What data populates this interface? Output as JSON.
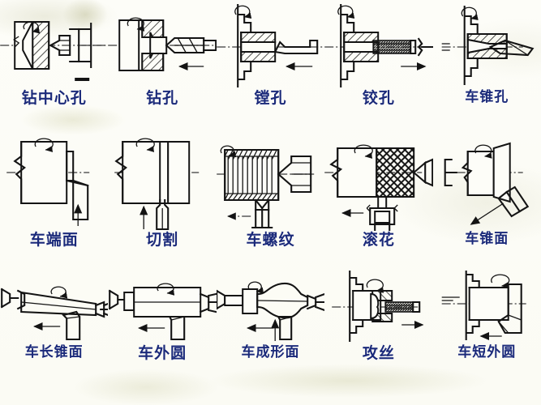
{
  "page": {
    "title": "车床加工方法示意图",
    "background_color": "#fdfdf8",
    "label_color": "#1b2a7a",
    "line_color": "#141414",
    "rows": 3,
    "columns": 5
  },
  "figures": [
    {
      "id": "drill-center-hole",
      "label": "钻中心孔",
      "row": 1,
      "col": 1,
      "operation_en": "center drilling",
      "elements": [
        "chuck-step-left",
        "hatched-workpiece",
        "rotation-arrow",
        "center-drill",
        "tailstock-body",
        "centerline"
      ]
    },
    {
      "id": "drilling",
      "label": "钻孔",
      "row": 1,
      "col": 2,
      "operation_en": "drilling",
      "elements": [
        "hatched-workpiece",
        "rotation-arrow",
        "twist-drill",
        "feed-arrow-left",
        "centerline"
      ]
    },
    {
      "id": "boring",
      "label": "镗孔",
      "row": 1,
      "col": 3,
      "operation_en": "boring",
      "elements": [
        "stepped-chuck",
        "rotation-arrow",
        "hatched-hollow-workpiece",
        "boring-bar",
        "feed-arrow-left",
        "centerline"
      ]
    },
    {
      "id": "reaming",
      "label": "铰孔",
      "row": 1,
      "col": 4,
      "operation_en": "reaming",
      "elements": [
        "stepped-chuck",
        "rotation-arrow",
        "hatched-hollow-workpiece",
        "reamer",
        "tailstock-center",
        "feed-arrow-right",
        "centerline"
      ]
    },
    {
      "id": "taper-boring",
      "label": "车锥孔",
      "row": 1,
      "col": 5,
      "operation_en": "taper boring",
      "elements": [
        "stepped-chuck",
        "rotation-arrow",
        "tapered-bore-workpiece",
        "angled-tool",
        "centerline"
      ]
    },
    {
      "id": "facing",
      "label": "车端面",
      "row": 2,
      "col": 1,
      "operation_en": "facing",
      "elements": [
        "workpiece-block",
        "rotation-arrow",
        "facing-tool",
        "feed-arrow-up",
        "centerline",
        "break-line"
      ]
    },
    {
      "id": "parting",
      "label": "切割",
      "row": 2,
      "col": 2,
      "operation_en": "parting / cut-off",
      "elements": [
        "workpiece-block",
        "rotation-arrow",
        "parting-tool",
        "feed-arrow-up",
        "centerline",
        "break-line"
      ]
    },
    {
      "id": "thread-cutting",
      "label": "车螺纹",
      "row": 2,
      "col": 3,
      "operation_en": "thread cutting",
      "elements": [
        "threaded-shaft",
        "rotation-arrow",
        "threading-tool",
        "tailstock-center",
        "feed-arrow-left",
        "centerline"
      ]
    },
    {
      "id": "knurling",
      "label": "滚花",
      "row": 2,
      "col": 4,
      "operation_en": "knurling",
      "elements": [
        "shaft",
        "knurled-section",
        "rotation-arrow",
        "knurling-tool-holder",
        "tailstock-center",
        "feed-arrow-left",
        "centerline",
        "break-line"
      ]
    },
    {
      "id": "taper-turning",
      "label": "车锥面",
      "row": 2,
      "col": 5,
      "operation_en": "taper turning",
      "elements": [
        "tapered-workpiece",
        "rotation-arrow",
        "angled-tool",
        "diagonal-feed-arrow",
        "centerline",
        "break-line"
      ]
    },
    {
      "id": "long-taper-turning",
      "label": "车长锥面",
      "row": 3,
      "col": 1,
      "operation_en": "long taper turning",
      "elements": [
        "tapered-shaft-between-centers",
        "rotation-arrow",
        "turning-tool",
        "feed-arrow-left",
        "headstock-center",
        "tailstock-center"
      ]
    },
    {
      "id": "od-turning",
      "label": "车外圆",
      "row": 3,
      "col": 2,
      "operation_en": "outside diameter turning",
      "elements": [
        "cylindrical-shaft-between-centers",
        "rotation-arrow",
        "turning-tool",
        "feed-arrow-left",
        "headstock-center",
        "tailstock-center"
      ]
    },
    {
      "id": "form-turning",
      "label": "车成形面",
      "row": 3,
      "col": 3,
      "operation_en": "form turning",
      "elements": [
        "barrel-shaped-workpiece",
        "rotation-arrow",
        "form-tool",
        "feed-arrow-left",
        "feed-arrow-up",
        "headstock-center",
        "tailstock-center"
      ]
    },
    {
      "id": "tapping",
      "label": "攻丝",
      "row": 3,
      "col": 4,
      "operation_en": "tapping",
      "elements": [
        "stepped-chuck",
        "rotation-arrow",
        "hatched-workpiece",
        "tap",
        "feed-arrow-right",
        "centerline"
      ]
    },
    {
      "id": "short-od-turning",
      "label": "车短外圆",
      "row": 3,
      "col": 5,
      "operation_en": "short outside diameter turning",
      "elements": [
        "stepped-chuck",
        "short-workpiece",
        "rotation-arrow",
        "turning-tool",
        "feed-arrow-left",
        "centerline"
      ]
    }
  ]
}
